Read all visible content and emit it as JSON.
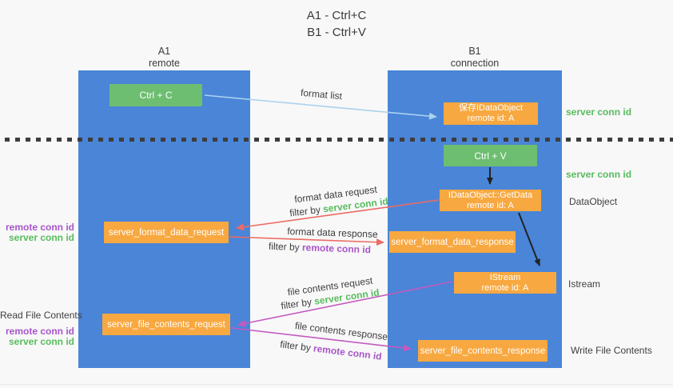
{
  "title": {
    "line1": "A1 - Ctrl+C",
    "line2": "B1 - Ctrl+V"
  },
  "columns": {
    "a": {
      "id": "A1",
      "role": "remote"
    },
    "b": {
      "id": "B1",
      "role": "connection"
    }
  },
  "boxes": {
    "ctrl_c": "Ctrl + C",
    "ctrl_v": "Ctrl + V",
    "save_idataobject": {
      "line1": "保存IDataObject",
      "line2": "remote id: A"
    },
    "getdata": {
      "line1": "IDataObject::GetData",
      "line2": "remote id: A"
    },
    "istream": {
      "line1": "IStream",
      "line2": "remote id: A"
    },
    "format_request": "server_format_data_request",
    "format_response": "server_format_data_response",
    "file_request": "server_file_contents_request",
    "file_response": "server_file_contents_response"
  },
  "arrow_labels": {
    "format_list": "format list",
    "format_data_request": "format data request",
    "filter_server_1": {
      "prefix": "filter by ",
      "highlight": "server conn id"
    },
    "format_data_response": "format data response",
    "filter_remote_1": {
      "prefix": "filter by ",
      "highlight": "remote conn id"
    },
    "file_contents_request": "file contents request",
    "filter_server_2": {
      "prefix": "filter by ",
      "highlight": "server conn id"
    },
    "file_contents_response": "file contents response",
    "filter_remote_2": {
      "prefix": "filter by ",
      "highlight": "remote conn id"
    }
  },
  "annotations": {
    "server_conn_top": "server conn id",
    "server_conn_mid": "server conn id",
    "dataobject": "DataObject",
    "istream_side": "Istream",
    "write_file": "Write File Contents",
    "read_file": "Read File Contents",
    "left_group1": {
      "remote": "remote conn id",
      "server": "server conn id"
    },
    "left_group2": {
      "remote": "remote conn id",
      "server": "server conn id"
    }
  },
  "colors": {
    "column_blue": "#4a85d8",
    "box_orange": "#f8a840",
    "box_green": "#6dbe70",
    "arrow_salmon": "#ed6a64",
    "arrow_magenta": "#c45ac0",
    "arrow_blue": "#a9d3ee",
    "arrow_black": "#222222",
    "text_green": "#58bb5e",
    "text_purple": "#a855c8",
    "text_dark": "#3d3d3d"
  }
}
